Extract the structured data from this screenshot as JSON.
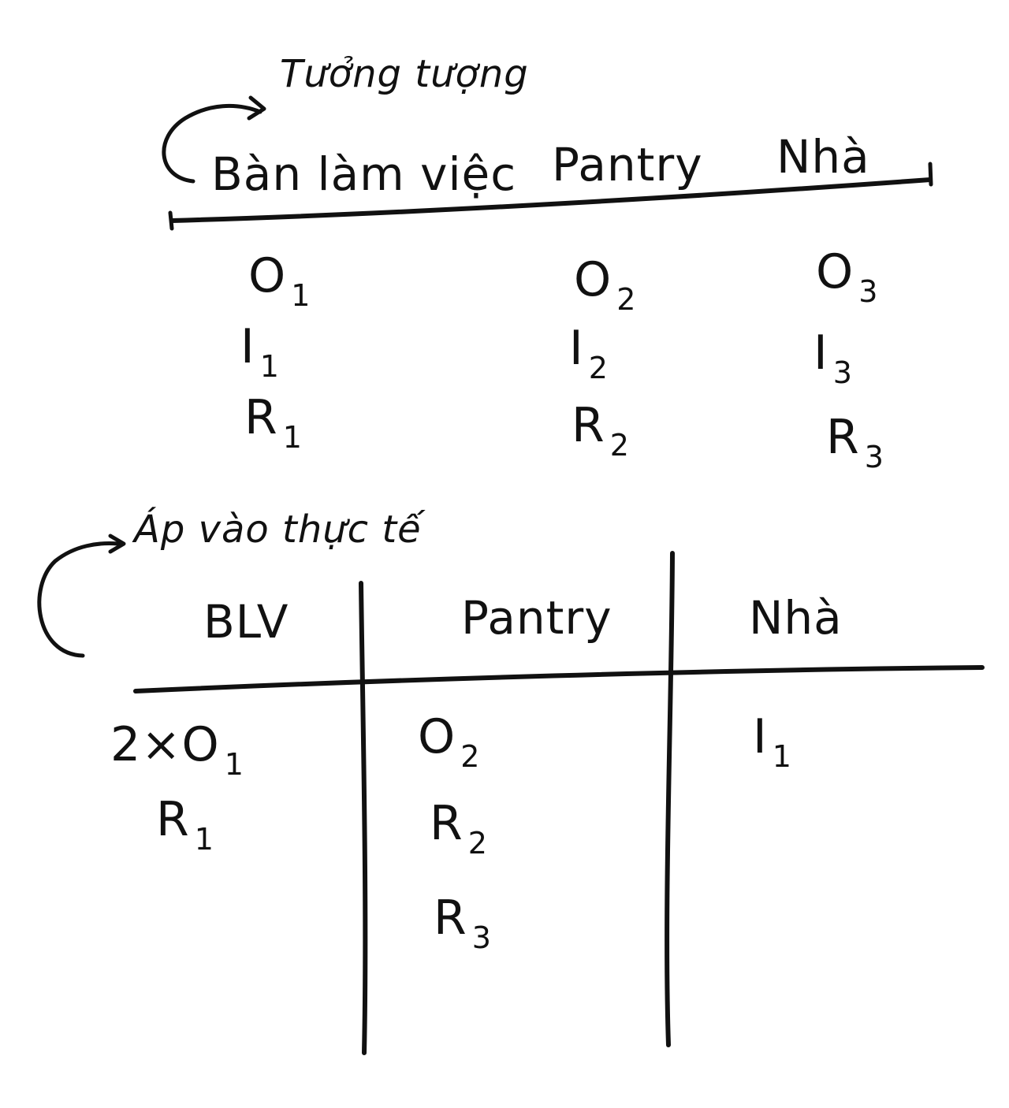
{
  "theory": {
    "note": "Tưởng tượng",
    "headers": [
      "Bàn làm việc",
      "Pantry",
      "Nhà"
    ],
    "columns": [
      [
        {
          "base": "O",
          "index": "1"
        },
        {
          "base": "I",
          "index": "1"
        },
        {
          "base": "R",
          "index": "1"
        }
      ],
      [
        {
          "base": "O",
          "index": "2"
        },
        {
          "base": "I",
          "index": "2"
        },
        {
          "base": "R",
          "index": "2"
        }
      ],
      [
        {
          "base": "O",
          "index": "3"
        },
        {
          "base": "I",
          "index": "3"
        },
        {
          "base": "R",
          "index": "3"
        }
      ]
    ]
  },
  "practice": {
    "note": "Áp vào thực tế",
    "headers": [
      "BLV",
      "Pantry",
      "Nhà"
    ],
    "columns": [
      [
        {
          "base": "2×O",
          "index": "1"
        },
        {
          "base": "R",
          "index": "1"
        }
      ],
      [
        {
          "base": "O",
          "index": "2"
        },
        {
          "base": "R",
          "index": "2"
        },
        {
          "base": "R",
          "index": "3"
        }
      ],
      [
        {
          "base": "I",
          "index": "1"
        }
      ]
    ]
  }
}
